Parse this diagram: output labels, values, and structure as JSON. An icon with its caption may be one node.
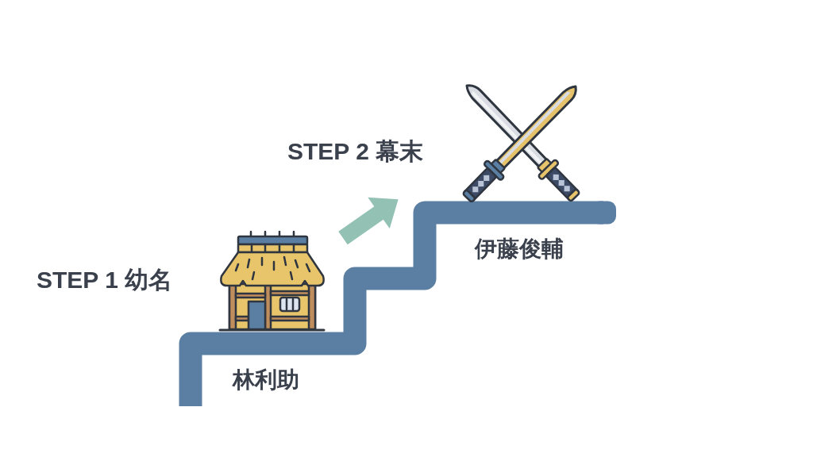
{
  "diagram": {
    "labels": [
      "STEP 1 幼名",
      "林利助",
      "STEP 2 幕末",
      "伊藤俊輔"
    ]
  }
}
